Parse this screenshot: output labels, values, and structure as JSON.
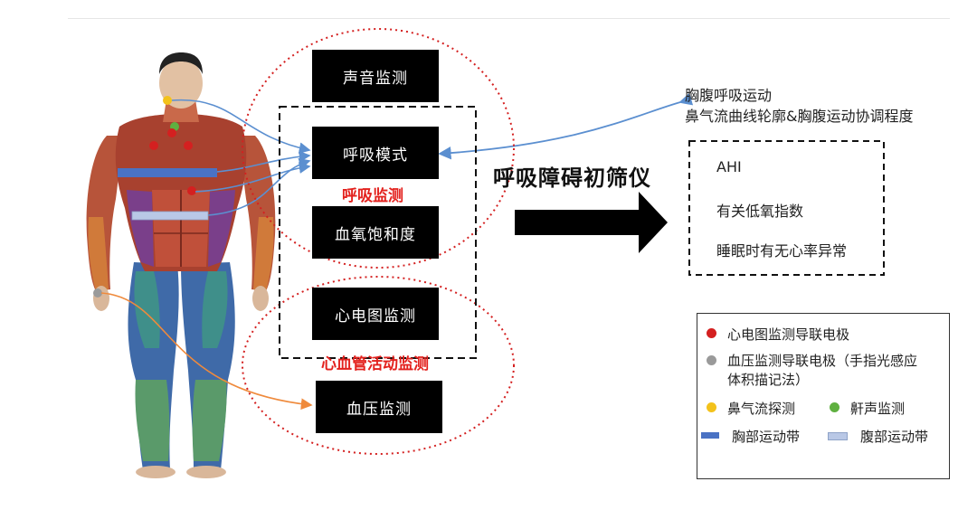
{
  "modules": {
    "sound": "声音监测",
    "breathing_pattern": "呼吸模式",
    "spo2": "血氧饱和度",
    "ecg": "心电图监测",
    "bp": "血压监测"
  },
  "groups": {
    "respiratory": "呼吸监测",
    "cardiovascular": "心血管活动监测"
  },
  "device_title": "呼吸障碍初筛仪",
  "breath_note": {
    "line1": "胸腹呼吸运动",
    "line2": "鼻气流曲线轮廓&胸腹运动协调程度"
  },
  "outputs": [
    "AHI",
    "有关低氧指数",
    "睡眠时有无心率异常"
  ],
  "legend": {
    "ecg_electrode": "心电图监测导联电极",
    "bp_electrode_1": "血压监测导联电极（手指光感应",
    "bp_electrode_2": "体积描记法）",
    "nasal_airflow": "鼻气流探测",
    "snore": "鼾声监测",
    "chest_belt": "胸部运动带",
    "abdomen_belt": "腹部运动带"
  },
  "colors": {
    "ecg_red": "#d42020",
    "bp_gray": "#9a9a9a",
    "nasal_yellow": "#f3c21b",
    "snore_green": "#5fb040",
    "chest_blue": "#4a72c4",
    "abdomen_lightblue": "#b9c8e6",
    "connector_blue": "#5b8fd0",
    "connector_orange": "#ef8a3c",
    "ellipse_red": "#d42020"
  }
}
